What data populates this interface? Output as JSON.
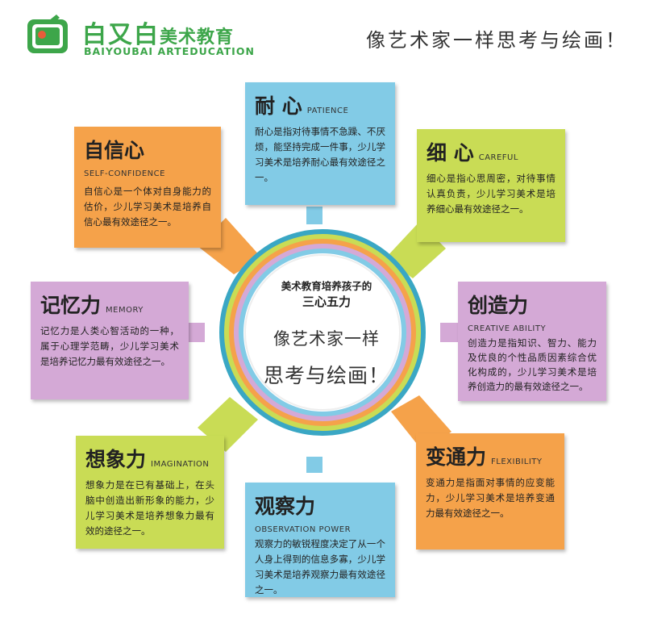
{
  "header": {
    "logo_name": "白又白",
    "logo_name_suffix": "美术教育",
    "logo_sub": "BAIYOUBAI ARTEDUCATION",
    "slogan": "像艺术家一样思考与绘画！"
  },
  "center": {
    "line1": "美术教育培养孩子的",
    "line2": "三心五力",
    "line3": "像艺术家一样",
    "line4": "思考与绘画！"
  },
  "boxes": {
    "patience": {
      "title": "耐 心",
      "en": "PATIENCE",
      "desc": "耐心是指对待事情不急躁、不厌烦，能坚持完成一件事，少儿学习美术是培养耐心最有效途径之一。"
    },
    "confidence": {
      "title": "自信心",
      "en": "SELF-CONFIDENCE",
      "desc": "自信心是一个体对自身能力的估价，少儿学习美术是培养自信心最有效途径之一。"
    },
    "careful": {
      "title": "细 心",
      "en": "CAREFUL",
      "desc": "细心是指心思周密，对待事情认真负责，少儿学习美术是培养细心最有效途径之一。"
    },
    "memory": {
      "title": "记忆力",
      "en": "MEMORY",
      "desc": "记忆力是人类心智活动的一种，属于心理学范畴，少儿学习美术是培养记忆力最有效途径之一。"
    },
    "creative": {
      "title": "创造力",
      "en": "CREATIVE ABILITY",
      "desc": "创造力是指知识、智力、能力及优良的个性品质因素综合优化构成的，少儿学习美术是培养创造力的最有效途径之一。"
    },
    "imagination": {
      "title": "想象力",
      "en": "IMAGINATION",
      "desc": "想象力是在已有基础上，在头脑中创造出新形象的能力，少儿学习美术是培养想象力最有效的途径之一。"
    },
    "observation": {
      "title": "观察力",
      "en": "OBSERVATION POWER",
      "desc": "观察力的敏锐程度决定了从一个人身上得到的信息多寡，少儿学习美术是培养观察力最有效途径之一。"
    },
    "flexibility": {
      "title": "变通力",
      "en": "FLEXIBILITY",
      "desc": "变通力是指面对事情的应变能力，少儿学习美术是培养变通力最有效途径之一。"
    }
  },
  "colors": {
    "brand_green": "#3da64a",
    "orange": "#f5a24a",
    "blue": "#82cbe6",
    "green": "#c9dc55",
    "purple": "#d4a9d6"
  }
}
